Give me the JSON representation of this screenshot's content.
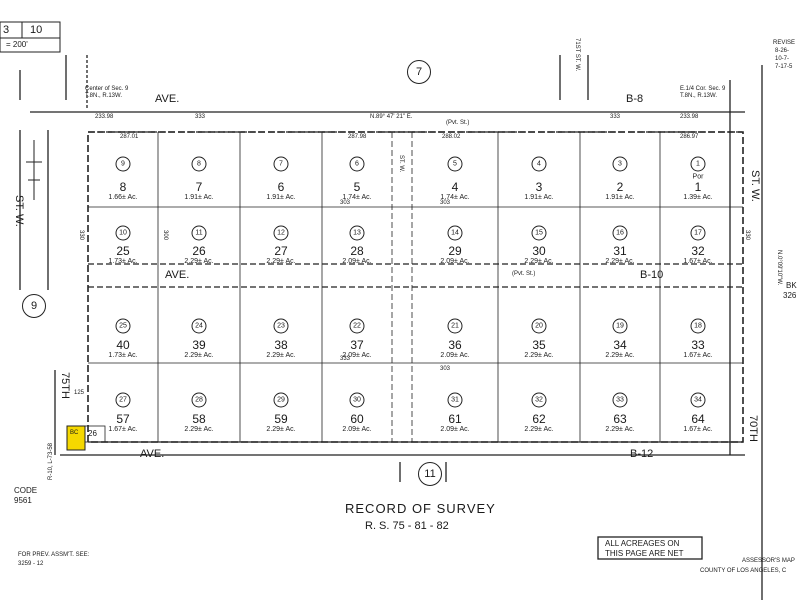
{
  "header": {
    "book_page": [
      "3",
      "10"
    ],
    "scale": "= 200'",
    "revised": "REVISE",
    "revised_dates": [
      "8-26-",
      "10-7-",
      "7-17-5"
    ]
  },
  "section_note": [
    "Center of Sec. 9",
    "T.8N., R.13W."
  ],
  "corner_note": [
    "E.1/4 Cor. Sec. 9",
    "T.8N., R.13W."
  ],
  "bearing": "N.89° 47' 21\" E.",
  "bearing_side": "N.0°09'10\"W.",
  "streets": {
    "top_ave": "AVE.",
    "ave_mid": "AVE.",
    "ave_bottom": "AVE.",
    "st_w_left": "ST. W.",
    "st_w_right": "ST. W.",
    "st_w_mid": "ST. W.",
    "seventy_fifth": "75TH",
    "seventieth": "70TH",
    "first_st_w": "71ST ST. W.",
    "pvt_st": "(Pvt. St.)",
    "b8": "B-8",
    "b10": "B-10",
    "b12": "B-12"
  },
  "block_circles": {
    "top": "7",
    "left": "9",
    "bottom": "11"
  },
  "block_side": [
    "BK",
    "326"
  ],
  "parcels": [
    {
      "num": "8",
      "area": "1.66± Ac.",
      "circle": "9"
    },
    {
      "num": "7",
      "area": "1.91± Ac.",
      "circle": "8"
    },
    {
      "num": "6",
      "area": "1.91± Ac.",
      "circle": "7"
    },
    {
      "num": "5",
      "area": "1.74± Ac.",
      "circle": "6"
    },
    {
      "num": "4",
      "area": "1.74± Ac.",
      "circle": "5"
    },
    {
      "num": "3",
      "area": "1.91± Ac.",
      "circle": "4"
    },
    {
      "num": "2",
      "area": "1.91± Ac.",
      "circle": "3"
    },
    {
      "num": "1",
      "area": "1.39± Ac.",
      "circle": "1 Por"
    },
    {
      "num": "25",
      "area": "1.73± Ac.",
      "circle": "10"
    },
    {
      "num": "26",
      "area": "2.29± Ac.",
      "circle": "11"
    },
    {
      "num": "27",
      "area": "2.29± Ac.",
      "circle": "12"
    },
    {
      "num": "28",
      "area": "2.09± Ac.",
      "circle": "13"
    },
    {
      "num": "29",
      "area": "2.09± Ac.",
      "circle": "14"
    },
    {
      "num": "30",
      "area": "2.29± Ac.",
      "circle": "15"
    },
    {
      "num": "31",
      "area": "2.29± Ac.",
      "circle": "16"
    },
    {
      "num": "32",
      "area": "1.67± Ac.",
      "circle": "17"
    },
    {
      "num": "40",
      "area": "1.73± Ac.",
      "circle": "25"
    },
    {
      "num": "39",
      "area": "2.29± Ac.",
      "circle": "24"
    },
    {
      "num": "38",
      "area": "2.29± Ac.",
      "circle": "23"
    },
    {
      "num": "37",
      "area": "2.09± Ac.",
      "circle": "22"
    },
    {
      "num": "36",
      "area": "2.09± Ac.",
      "circle": "21"
    },
    {
      "num": "35",
      "area": "2.29± Ac.",
      "circle": "20"
    },
    {
      "num": "34",
      "area": "2.29± Ac.",
      "circle": "19"
    },
    {
      "num": "33",
      "area": "1.67± Ac.",
      "circle": "18"
    },
    {
      "num": "57",
      "area": "1.67± Ac.",
      "circle": "27"
    },
    {
      "num": "58",
      "area": "2.29± Ac.",
      "circle": "28"
    },
    {
      "num": "59",
      "area": "2.29± Ac.",
      "circle": "29"
    },
    {
      "num": "60",
      "area": "2.09± Ac.",
      "circle": "30"
    },
    {
      "num": "61",
      "area": "2.09± Ac.",
      "circle": "31"
    },
    {
      "num": "62",
      "area": "2.29± Ac.",
      "circle": "32"
    },
    {
      "num": "63",
      "area": "2.29± Ac.",
      "circle": "33"
    },
    {
      "num": "64",
      "area": "1.67± Ac.",
      "circle": "34"
    }
  ],
  "dims": {
    "top_row": [
      "233.98",
      "333",
      "\"",
      "\"",
      "\"",
      "333",
      "\"",
      "233.98"
    ],
    "row_frontage": [
      "287.01",
      "287.98",
      "288.02",
      "286.97"
    ],
    "h300": "300",
    "h330": "330",
    "h303": "303",
    "h333": "333"
  },
  "small_parcel": {
    "label": "BC",
    "num": "26",
    "circle": "125"
  },
  "footer": {
    "code_label": "CODE",
    "code_value": "9561",
    "record_title": "RECORD OF SURVEY",
    "record_ref": "R. S. 75 - 81 - 82",
    "acreage_note": [
      "ALL ACREAGES ON",
      "THIS PAGE ARE NET"
    ],
    "prev_assmt": "FOR PREV. ASSM'T. SEE:",
    "prev_ref": "3259 - 12",
    "assessor": "ASSESSOR'S MAP",
    "county": "COUNTY OF LOS ANGELES, C",
    "left_ref": "R-10, L-73-58"
  },
  "colors": {
    "ink": "#1a1a1a",
    "highlight": "#f5d800",
    "paper": "#ffffff"
  }
}
